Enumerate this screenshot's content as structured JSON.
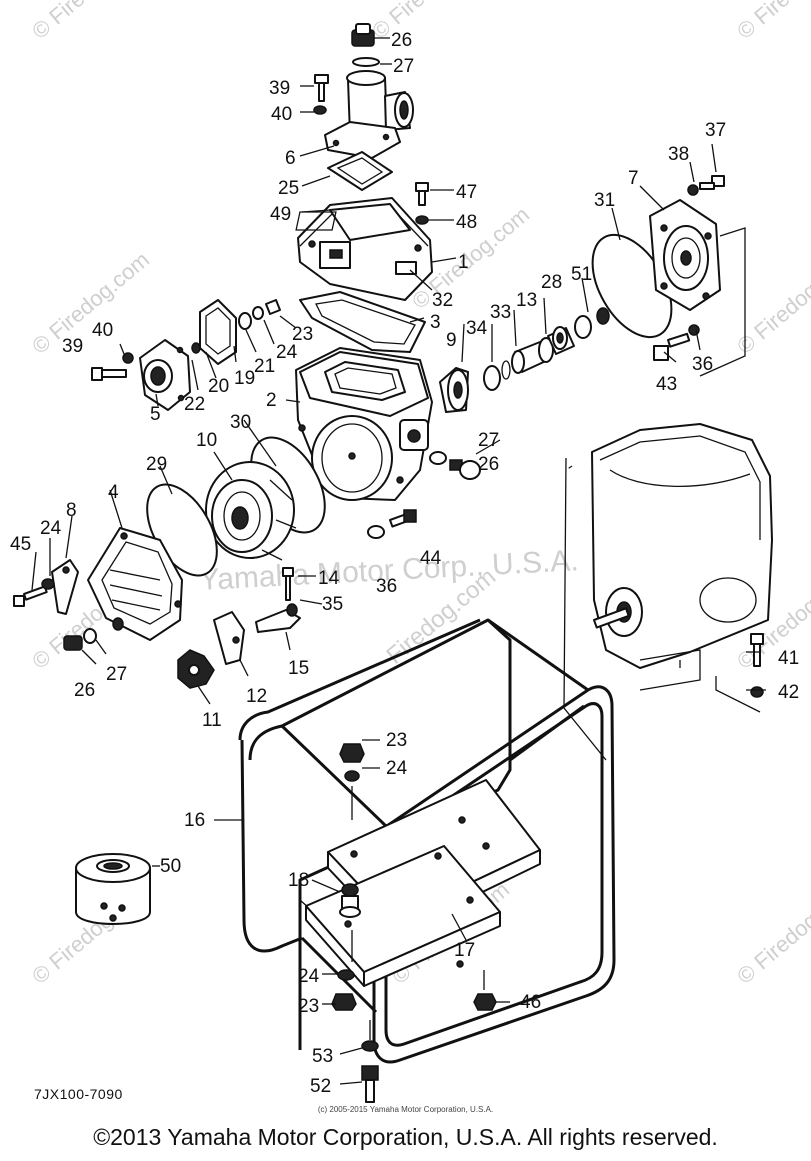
{
  "diagram": {
    "code": "7JX100-7090",
    "small_copyright": "(c) 2005-2015 Yamaha Motor Corporation, U.S.A.",
    "copyright": "©2013 Yamaha Motor Corporation, U.S.A. All rights reserved.",
    "watermarks": [
      "Yamaha Motor Corp., U.S.A.",
      "Firedog.com",
      "© Firedog.com"
    ],
    "labels": [
      "26",
      "27",
      "39",
      "40",
      "6",
      "25",
      "47",
      "48",
      "49",
      "1",
      "37",
      "38",
      "7",
      "31",
      "51",
      "28",
      "13",
      "33",
      "34",
      "9",
      "32",
      "3",
      "23",
      "24",
      "21",
      "19",
      "20",
      "22",
      "5",
      "40",
      "39",
      "2",
      "30",
      "10",
      "27",
      "26",
      "29",
      "4",
      "8",
      "24",
      "45",
      "36",
      "44",
      "14",
      "35",
      "15",
      "12",
      "11",
      "27",
      "26",
      "43",
      "36",
      "41",
      "42",
      "23",
      "24",
      "16",
      "50",
      "18",
      "17",
      "24",
      "23",
      "46",
      "53",
      "52"
    ]
  },
  "colors": {
    "ink": "#111111",
    "background": "#ffffff",
    "watermark": "#cfcfcf"
  }
}
